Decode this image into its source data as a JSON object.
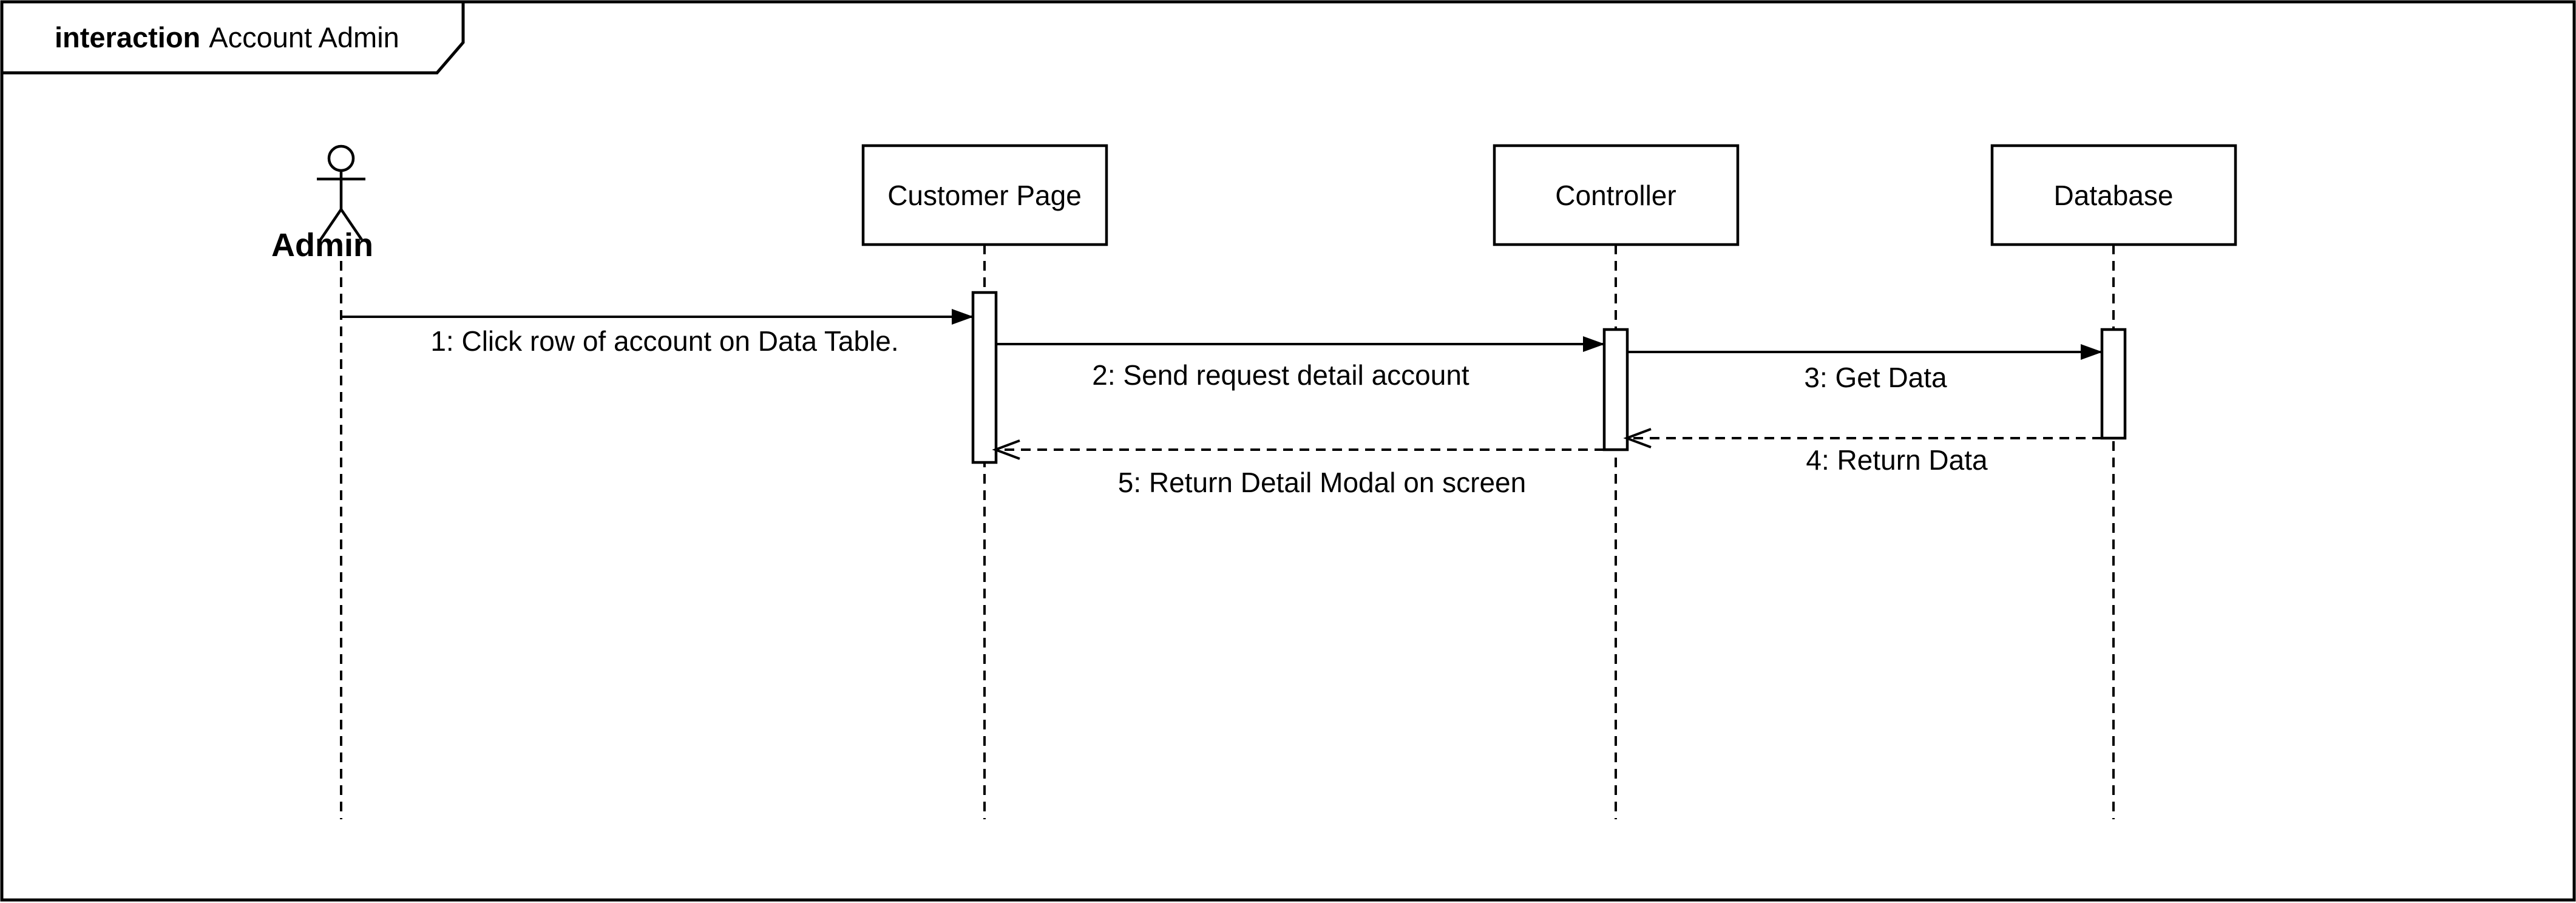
{
  "frame": {
    "keyword": "interaction",
    "name": "Account Admin"
  },
  "actor": {
    "label": "Admin"
  },
  "lifelines": [
    {
      "id": "customer-page",
      "label": "Customer Page"
    },
    {
      "id": "controller",
      "label": "Controller"
    },
    {
      "id": "database",
      "label": "Database"
    }
  ],
  "messages": [
    {
      "id": "m1",
      "label": "1: Click row of account on Data Table.",
      "kind": "sync",
      "from": "Admin",
      "to": "Customer Page"
    },
    {
      "id": "m2",
      "label": "2: Send request detail account",
      "kind": "sync",
      "from": "Customer Page",
      "to": "Controller"
    },
    {
      "id": "m3",
      "label": "3: Get Data",
      "kind": "sync",
      "from": "Controller",
      "to": "Database"
    },
    {
      "id": "m4",
      "label": "4: Return Data",
      "kind": "return",
      "from": "Database",
      "to": "Controller"
    },
    {
      "id": "m5",
      "label": "5: Return Detail Modal on screen",
      "kind": "return",
      "from": "Controller",
      "to": "Customer Page"
    }
  ]
}
